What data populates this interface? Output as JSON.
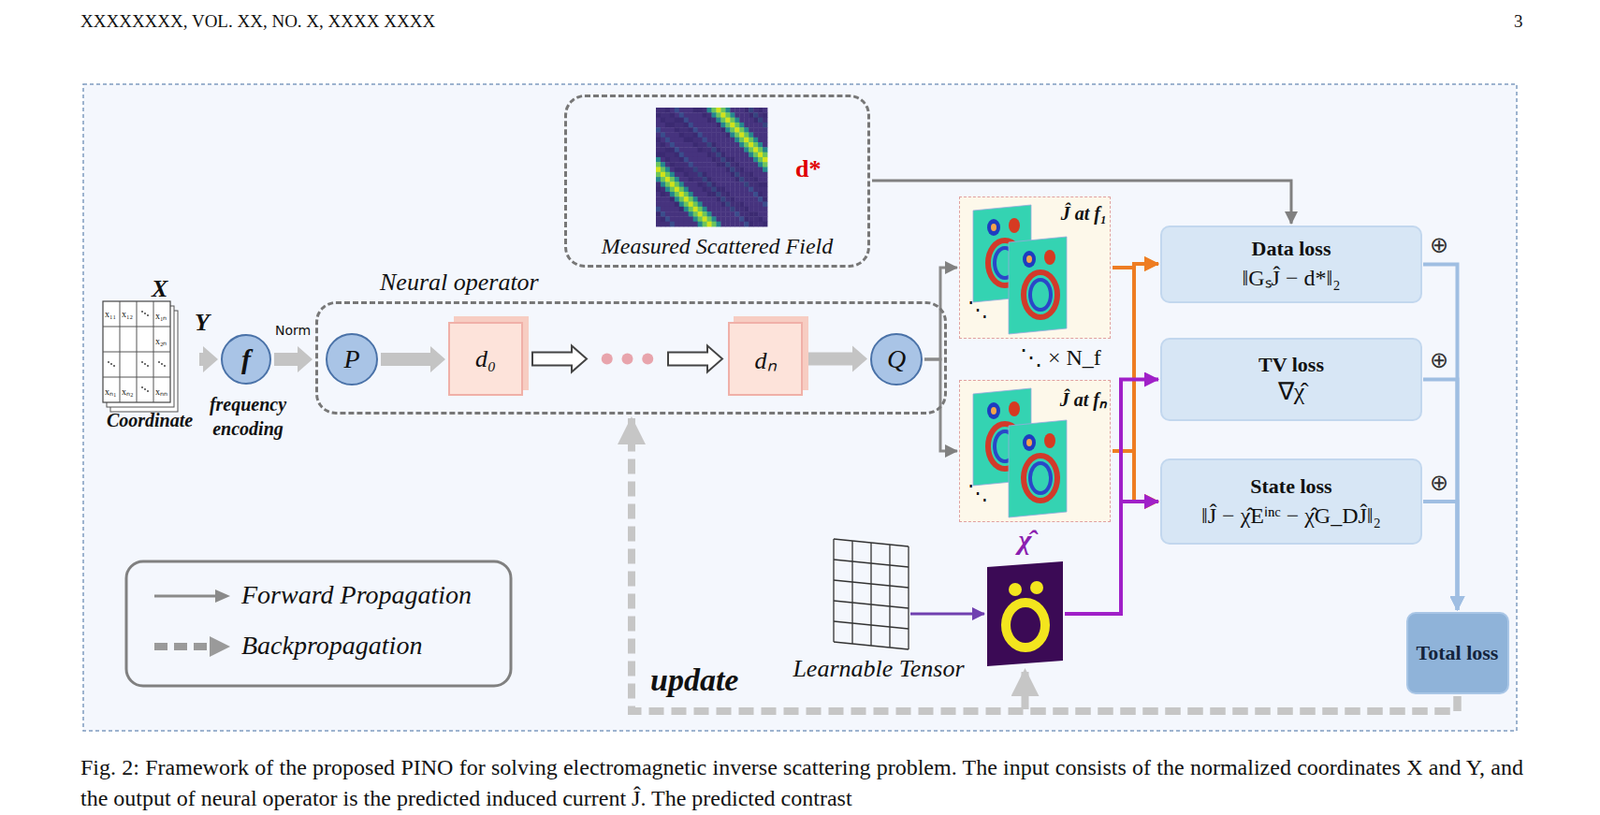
{
  "diagram": {
    "caption": "Fig. 2: Framework of the proposed PINO for solving electromagnetic inverse scattering problem. The input consists of the normalized coordinates X and Y, and the output of neural operator is the predicted induced current Ĵ. The predicted contrast",
    "nodes": [
      {
        "text": [
          "d*",
          "Measured Scattered Field"
        ]
      },
      {
        "text": [
          "X",
          "Y",
          "Coordinate"
        ]
      },
      {
        "text": [
          "f",
          "frequency encoding"
        ]
      },
      {
        "text": [
          "Neural operator"
        ]
      },
      {
        "text": [
          "P"
        ],
        "in": 3
      },
      {
        "text": [
          "d₀"
        ],
        "in": 3
      },
      {
        "text": [
          "dₙ"
        ],
        "in": 3
      },
      {
        "text": [
          "Q"
        ],
        "in": 3
      },
      {
        "text": [
          "Ĵ at f₁"
        ]
      },
      {
        "text": [
          "Ĵ at fₙ"
        ]
      },
      {
        "text": [
          "Data loss",
          "‖GₛĴ − d*‖₂"
        ]
      },
      {
        "text": [
          "TV loss",
          "∇χ̂"
        ]
      },
      {
        "text": [
          "State loss",
          "‖Ĵ − χ̂Eⁱⁿᶜ − χ̂G_DĴ‖₂"
        ]
      },
      {
        "text": [
          "Learnable Tensor"
        ]
      },
      {
        "text": [
          "χ̂"
        ]
      },
      {
        "text": [
          "Total loss"
        ]
      }
    ],
    "edges": [
      {
        "from": 1,
        "to": 2,
        "arrow": "to"
      },
      {
        "from": 2,
        "to": 3,
        "arrow": "to"
      },
      {
        "from": 4,
        "to": 5,
        "arrow": "to"
      },
      {
        "from": 5,
        "to": 6,
        "arrow": "to"
      },
      {
        "from": 6,
        "to": 7,
        "arrow": "to"
      },
      {
        "from": 7,
        "to": 8,
        "arrow": "to"
      },
      {
        "from": 7,
        "to": 9,
        "arrow": "to"
      },
      {
        "from": 0,
        "to": 10,
        "arrow": "to"
      },
      {
        "from": 8,
        "to": 10,
        "arrow": "to"
      },
      {
        "from": 9,
        "to": 10,
        "arrow": "to"
      },
      {
        "from": 8,
        "to": 12,
        "arrow": "to"
      },
      {
        "from": 9,
        "to": 12,
        "arrow": "to"
      },
      {
        "from": 13,
        "to": 14,
        "arrow": "to"
      },
      {
        "from": 14,
        "to": 11,
        "arrow": "to"
      },
      {
        "from": 14,
        "to": 12,
        "arrow": "to"
      },
      {
        "from": 10,
        "to": 15,
        "arrow": "to"
      },
      {
        "from": 11,
        "to": 15,
        "arrow": "to"
      },
      {
        "from": 12,
        "to": 15,
        "arrow": "to"
      },
      {
        "from": 15,
        "to": 3,
        "arrow": "to"
      },
      {
        "from": 15,
        "to": 14,
        "arrow": "to"
      }
    ],
    "labels": [
      "XXXXXXXX, VOL. XX, NO. X, XXXX XXXX",
      "3",
      "x₁₁",
      "x₁₂",
      "x₁ₙ",
      "x₂ₙ",
      "xₙ₁",
      "xₙ₂",
      "xₙₙ",
      "Norm",
      "⋱",
      "⋱",
      "⋱ × N_f",
      "⊕",
      "⊕",
      "⊕",
      "update"
    ],
    "legend": [
      {
        "text": "Forward Propagation"
      },
      {
        "text": "Backpropagation"
      }
    ]
  }
}
